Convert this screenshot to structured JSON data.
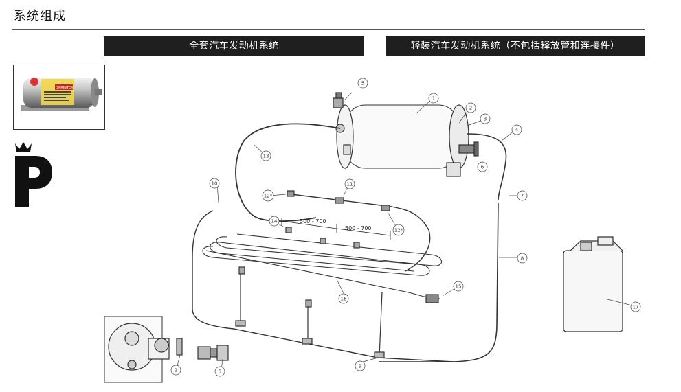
{
  "header": {
    "title": "系统组成"
  },
  "sections": {
    "full_engine_label": "全套汽车发动机系统",
    "light_engine_label": "轻装汽车发动机系统（不包括释放管和连接件）"
  },
  "product_label": {
    "brand_text": "SPRINTEX"
  },
  "diagram": {
    "callouts": [
      "1",
      "2",
      "3",
      "4",
      "5",
      "6",
      "7",
      "8",
      "9",
      "10",
      "11",
      "12*",
      "12*",
      "13",
      "14",
      "15",
      "16",
      "17",
      "2",
      "5"
    ],
    "dimensions": [
      "500 - 700",
      "500 - 700"
    ]
  }
}
